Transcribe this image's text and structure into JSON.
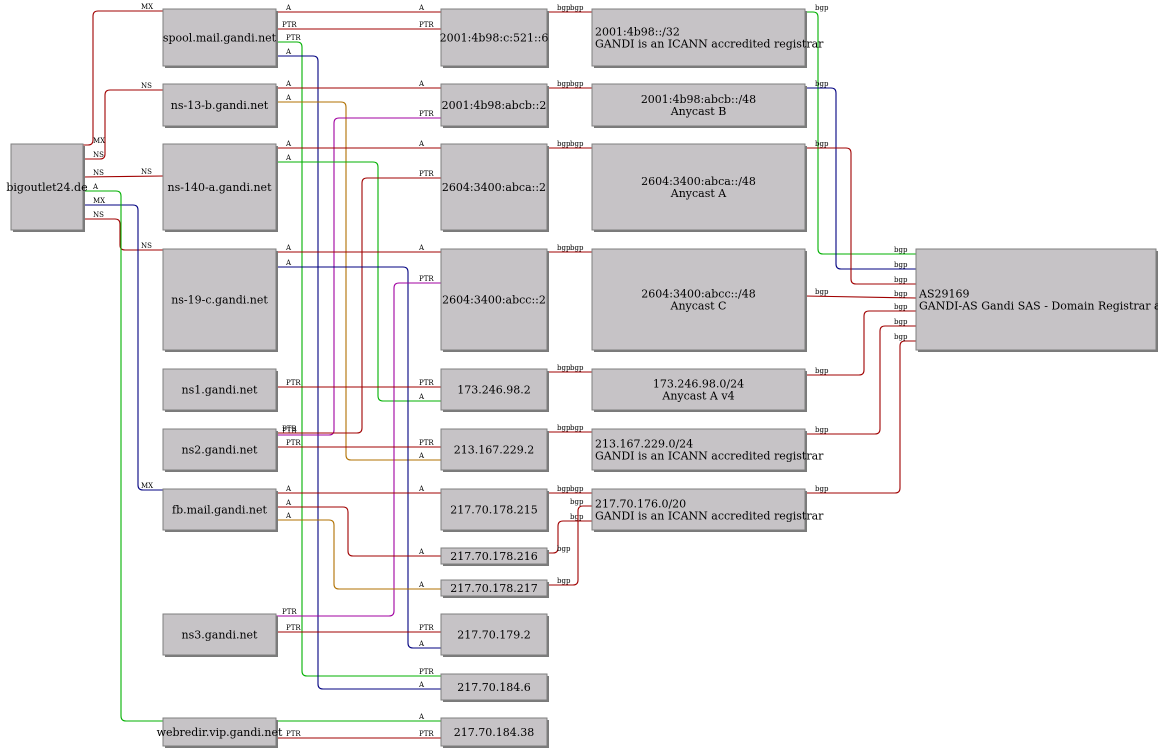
{
  "colors": {
    "red": "#a00000",
    "green": "#00b000",
    "navy": "#000080",
    "purple": "#a000a0",
    "orange": "#b07000",
    "node_fill": "#c6c3c6"
  },
  "nodes": [
    {
      "id": "bigoutlet",
      "lines": [
        "bigoutlet24.de"
      ]
    },
    {
      "id": "spool",
      "lines": [
        "spool.mail.gandi.net"
      ]
    },
    {
      "id": "ns13b",
      "lines": [
        "ns-13-b.gandi.net"
      ]
    },
    {
      "id": "ns140a",
      "lines": [
        "ns-140-a.gandi.net"
      ]
    },
    {
      "id": "ns19c",
      "lines": [
        "ns-19-c.gandi.net"
      ]
    },
    {
      "id": "ns1",
      "lines": [
        "ns1.gandi.net"
      ]
    },
    {
      "id": "ns2",
      "lines": [
        "ns2.gandi.net"
      ]
    },
    {
      "id": "fbmail",
      "lines": [
        "fb.mail.gandi.net"
      ]
    },
    {
      "id": "ns3",
      "lines": [
        "ns3.gandi.net"
      ]
    },
    {
      "id": "webredir",
      "lines": [
        "webredir.vip.gandi.net"
      ]
    },
    {
      "id": "ip_521",
      "lines": [
        "2001:4b98:c:521::6"
      ]
    },
    {
      "id": "ip_abcb",
      "lines": [
        "2001:4b98:abcb::2"
      ]
    },
    {
      "id": "ip_abca",
      "lines": [
        "2604:3400:abca::2"
      ]
    },
    {
      "id": "ip_abcc",
      "lines": [
        "2604:3400:abcc::2"
      ]
    },
    {
      "id": "ip_173",
      "lines": [
        "173.246.98.2"
      ]
    },
    {
      "id": "ip_213",
      "lines": [
        "213.167.229.2"
      ]
    },
    {
      "id": "ip_215",
      "lines": [
        "217.70.178.215"
      ]
    },
    {
      "id": "ip_216",
      "lines": [
        "217.70.178.216"
      ]
    },
    {
      "id": "ip_217",
      "lines": [
        "217.70.178.217"
      ]
    },
    {
      "id": "ip_1792",
      "lines": [
        "217.70.179.2"
      ]
    },
    {
      "id": "ip_1846",
      "lines": [
        "217.70.184.6"
      ]
    },
    {
      "id": "ip_18438",
      "lines": [
        "217.70.184.38"
      ]
    },
    {
      "id": "pfx_4b98",
      "lines": [
        "2001:4b98::/32",
        "GANDI is an ICANN accredited registrar"
      ]
    },
    {
      "id": "pfx_abcb",
      "lines": [
        "2001:4b98:abcb::/48",
        "Anycast B"
      ]
    },
    {
      "id": "pfx_abca",
      "lines": [
        "2604:3400:abca::/48",
        "Anycast A"
      ]
    },
    {
      "id": "pfx_abcc",
      "lines": [
        "2604:3400:abcc::/48",
        "Anycast C"
      ]
    },
    {
      "id": "pfx_173",
      "lines": [
        "173.246.98.0/24",
        "Anycast A v4"
      ]
    },
    {
      "id": "pfx_213",
      "lines": [
        "213.167.229.0/24",
        "GANDI is an ICANN accredited registrar"
      ]
    },
    {
      "id": "pfx_217",
      "lines": [
        "217.70.176.0/20",
        "GANDI is an ICANN accredited registrar"
      ]
    },
    {
      "id": "as",
      "lines": [
        "AS29169",
        "GANDI-AS Gandi SAS - Domain Registrar an"
      ]
    }
  ],
  "edges": [
    {
      "from": "bigoutlet",
      "to": "spool",
      "type": "MX",
      "color": "red"
    },
    {
      "from": "bigoutlet",
      "to": "ns13b",
      "type": "NS",
      "color": "red"
    },
    {
      "from": "bigoutlet",
      "to": "ns140a",
      "type": "NS",
      "color": "red"
    },
    {
      "from": "bigoutlet",
      "to": "ns19c",
      "type": "NS",
      "color": "red"
    },
    {
      "from": "bigoutlet",
      "to": "fbmail",
      "type": "MX",
      "color": "navy"
    },
    {
      "from": "bigoutlet",
      "to": "ip_18438",
      "type": "A",
      "color": "green"
    },
    {
      "from": "spool",
      "to": "ip_521",
      "type": "A",
      "color": "red"
    },
    {
      "from": "ip_521",
      "to": "spool",
      "type": "PTR",
      "color": "red"
    },
    {
      "from": "spool",
      "to": "ip_1846",
      "type": "PTR",
      "color": "green"
    },
    {
      "from": "spool",
      "to": "ip_1846",
      "type": "A",
      "color": "navy"
    },
    {
      "from": "ns13b",
      "to": "ip_abcb",
      "type": "A",
      "color": "red"
    },
    {
      "from": "ns13b",
      "to": "ip_213",
      "type": "A",
      "color": "orange"
    },
    {
      "from": "ip_abcb",
      "to": "ns1",
      "type": "PTR",
      "color": "purple"
    },
    {
      "from": "ns140a",
      "to": "ip_abca",
      "type": "A",
      "color": "red"
    },
    {
      "from": "ns140a",
      "to": "ip_173",
      "type": "A",
      "color": "green"
    },
    {
      "from": "ip_abca",
      "to": "ns1",
      "type": "PTR",
      "color": "red"
    },
    {
      "from": "ns19c",
      "to": "ip_abcc",
      "type": "A",
      "color": "red"
    },
    {
      "from": "ns19c",
      "to": "ip_1792",
      "type": "A",
      "color": "navy"
    },
    {
      "from": "ip_abcc",
      "to": "ns3",
      "type": "PTR",
      "color": "purple"
    },
    {
      "from": "ns1",
      "to": "ip_173",
      "type": "PTR",
      "color": "red"
    },
    {
      "from": "ns2",
      "to": "ip_213",
      "type": "PTR",
      "color": "red"
    },
    {
      "from": "fbmail",
      "to": "ip_215",
      "type": "A",
      "color": "red"
    },
    {
      "from": "fbmail",
      "to": "ip_216",
      "type": "A",
      "color": "red"
    },
    {
      "from": "fbmail",
      "to": "ip_217",
      "type": "A",
      "color": "orange"
    },
    {
      "from": "ns3",
      "to": "ip_1792",
      "type": "PTR",
      "color": "red"
    },
    {
      "from": "webredir",
      "to": "ip_18438",
      "type": "PTR",
      "color": "red"
    },
    {
      "from": "ip_521",
      "to": "pfx_4b98",
      "type": "bgp",
      "color": "red"
    },
    {
      "from": "ip_abcb",
      "to": "pfx_abcb",
      "type": "bgp",
      "color": "red"
    },
    {
      "from": "ip_abca",
      "to": "pfx_abca",
      "type": "bgp",
      "color": "red"
    },
    {
      "from": "ip_abcc",
      "to": "pfx_abcc",
      "type": "bgp",
      "color": "red"
    },
    {
      "from": "ip_173",
      "to": "pfx_173",
      "type": "bgp",
      "color": "red"
    },
    {
      "from": "ip_213",
      "to": "pfx_213",
      "type": "bgp",
      "color": "red"
    },
    {
      "from": "ip_215",
      "to": "pfx_217",
      "type": "bgp",
      "color": "red"
    },
    {
      "from": "ip_216",
      "to": "pfx_217",
      "type": "bgp",
      "color": "red"
    },
    {
      "from": "ip_217",
      "to": "pfx_217",
      "type": "bgp",
      "color": "red"
    },
    {
      "from": "pfx_4b98",
      "to": "as",
      "type": "bgp",
      "color": "green"
    },
    {
      "from": "pfx_abcb",
      "to": "as",
      "type": "bgp",
      "color": "navy"
    },
    {
      "from": "pfx_abca",
      "to": "as",
      "type": "bgp",
      "color": "red"
    },
    {
      "from": "pfx_abcc",
      "to": "as",
      "type": "bgp",
      "color": "red"
    },
    {
      "from": "pfx_173",
      "to": "as",
      "type": "bgp",
      "color": "red"
    },
    {
      "from": "pfx_213",
      "to": "as",
      "type": "bgp",
      "color": "red"
    },
    {
      "from": "pfx_217",
      "to": "as",
      "type": "bgp",
      "color": "red"
    }
  ]
}
